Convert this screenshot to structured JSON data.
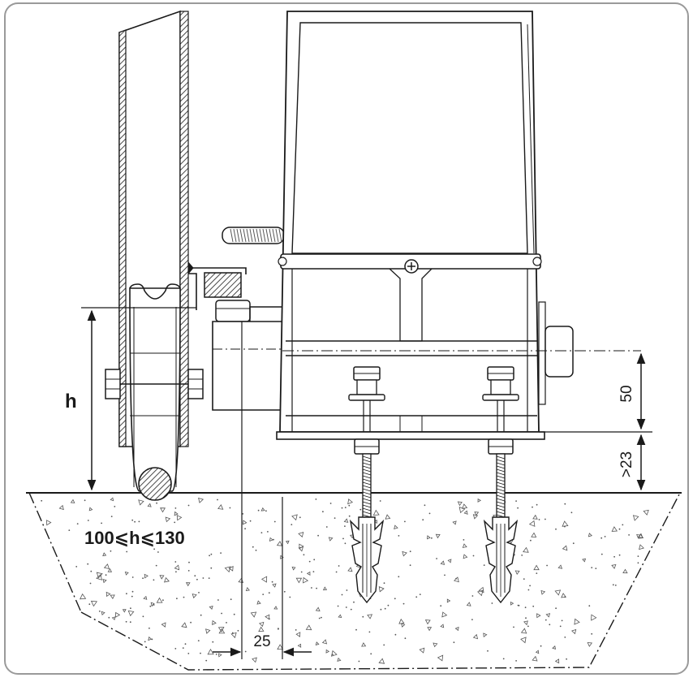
{
  "labels": {
    "h": "h",
    "range": "100⩽h⩽130",
    "dim_50": "50",
    "dim_23": ">23",
    "dim_25": "25"
  },
  "icons": {
    "mounting_screw": "phillips-screw-icon"
  },
  "colors": {
    "frame": "#9a9a9a",
    "line": "#1a1a1a",
    "concrete_dot": "#555555",
    "rack": "#555555"
  }
}
